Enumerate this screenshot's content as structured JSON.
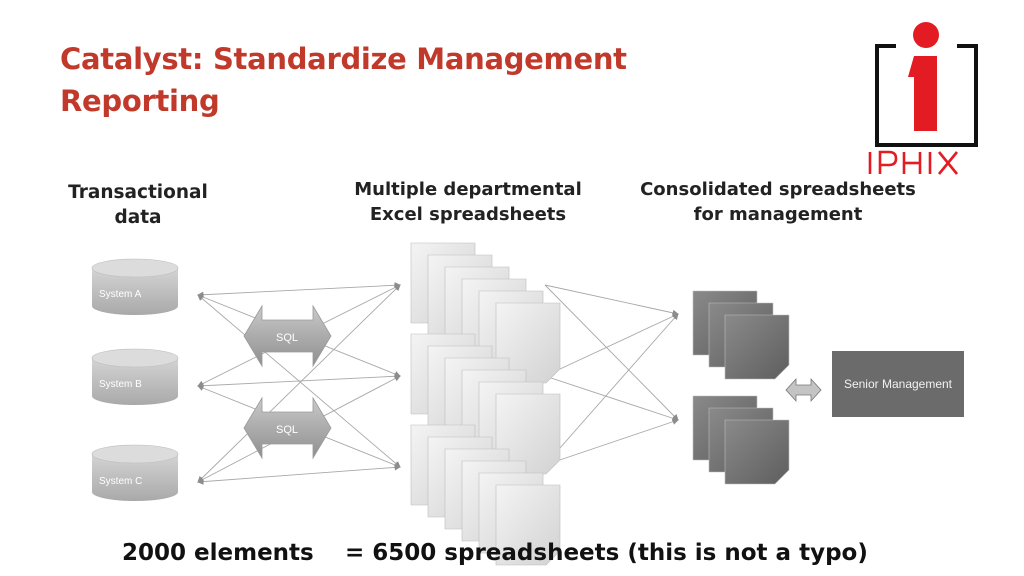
{
  "title": "Catalyst: Standardize Management Reporting",
  "logo": {
    "text": "IPHIX"
  },
  "columns": {
    "transactional": "Transactional data",
    "departmental": "Multiple departmental Excel spreadsheets",
    "consolidated": "Consolidated spreadsheets for management"
  },
  "systems": [
    "System A",
    "System B",
    "System C"
  ],
  "sql_labels": [
    "SQL",
    "SQL"
  ],
  "senior_management": "Senior Management",
  "footer": {
    "left": "2000 elements",
    "right": "=  6500 spreadsheets (this is not a typo)"
  },
  "colors": {
    "title": "#c0392b",
    "logo_red": "#e31b23",
    "dark_gray": "#6b6b6b"
  }
}
